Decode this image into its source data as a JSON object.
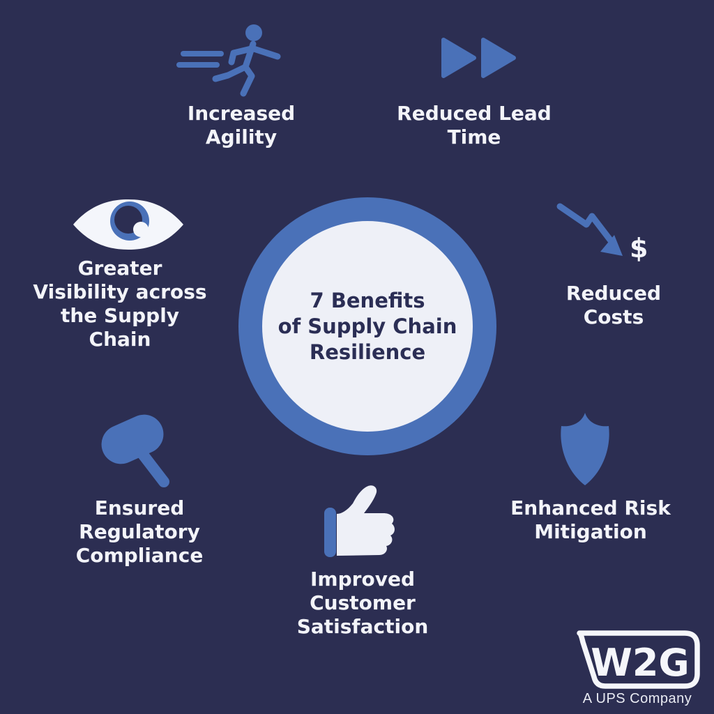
{
  "infographic": {
    "title": "7 Benefits\nof Supply Chain\nResilience",
    "benefits": [
      {
        "label": "Increased\nAgility",
        "icon": "runner-icon"
      },
      {
        "label": "Reduced Lead\nTime",
        "icon": "fast-forward-icon"
      },
      {
        "label": "Greater\nVisibility across\nthe Supply\nChain",
        "icon": "eye-icon"
      },
      {
        "label": "Reduced\nCosts",
        "icon": "cost-decline-arrow-icon",
        "symbol": "$"
      },
      {
        "label": "Ensured\nRegulatory\nCompliance",
        "icon": "gavel-icon"
      },
      {
        "label": "Improved\nCustomer\nSatisfaction",
        "icon": "thumbs-up-icon"
      },
      {
        "label": "Enhanced Risk\nMitigation",
        "icon": "shield-icon"
      }
    ],
    "footer": {
      "logo_text": "W2G",
      "tagline": "A UPS Company"
    },
    "colors": {
      "background": "#2c2e52",
      "accent_blue": "#4a71b8",
      "off_white": "#eef0f7",
      "text_light": "#f3f4f9",
      "title_dark": "#2b2e55"
    }
  }
}
